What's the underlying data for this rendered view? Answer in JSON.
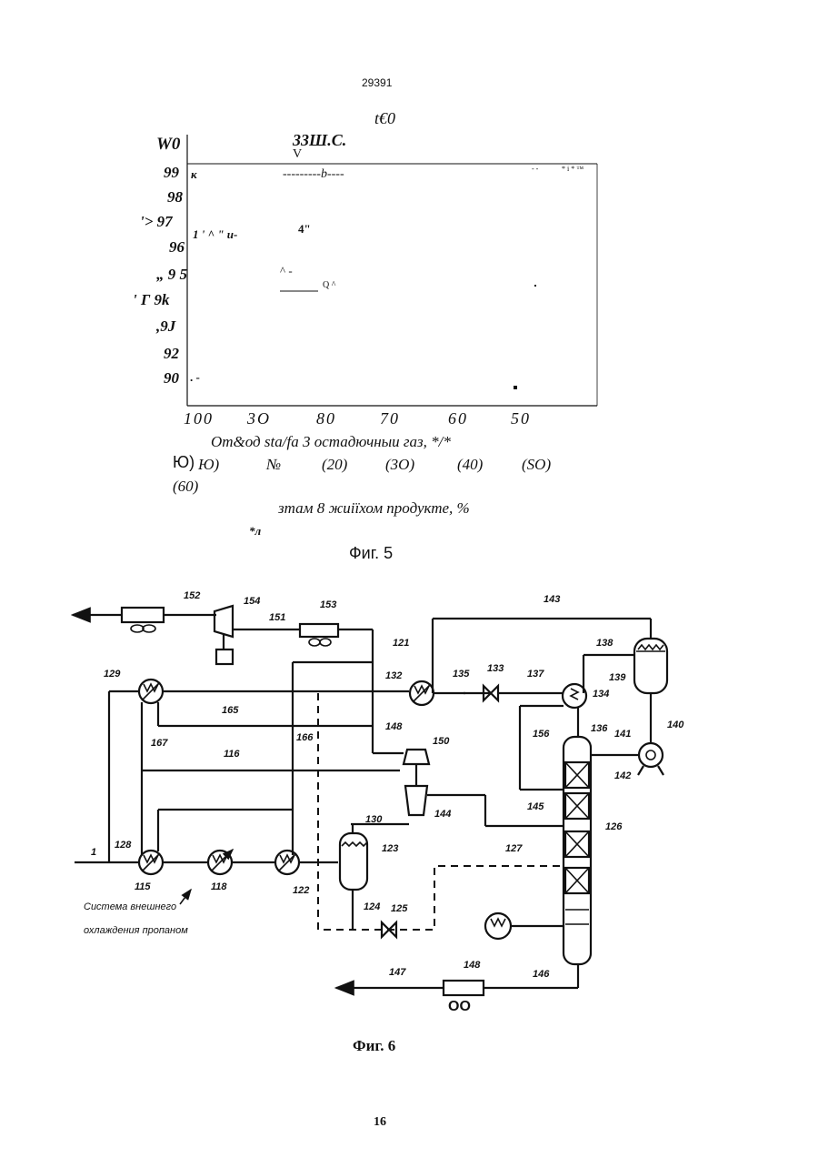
{
  "header": {
    "doc_number": "29391"
  },
  "fig5": {
    "top_text": "t€0",
    "y_title": "W0",
    "plot_label": "33Ш.С.",
    "plot_label_mark": "V",
    "dashed_text": "---------b----",
    "y_ticks": [
      "99",
      "98",
      "'> 97",
      "96",
      "„ 9 5",
      "' Г 9k",
      ",9J",
      "92",
      "90"
    ],
    "y_tick_suffix_k": "к",
    "noise": [
      "1 ' ^ \"  u-",
      "4\"",
      "^  -",
      "Q  ^",
      "- -",
      "* i *  ™",
      ". -"
    ],
    "x_ticks": [
      "100",
      "3O",
      "80",
      "70",
      "60",
      "50"
    ],
    "x_label_1": "От&од sta/fa 3 остадючныи газ, */*",
    "x_ticks_2_lead": "Ю)",
    "x_ticks_2": [
      "Ю)",
      "№",
      "(20)",
      "(3O)",
      "(40)",
      "(SO)"
    ],
    "x_ticks_2_tail": "(60)",
    "x_label_2": "зтам 8 жиіїхом продукте, %",
    "x_label_3": "*л",
    "caption": "Фиг. 5"
  },
  "fig6": {
    "labels": [
      "152",
      "154",
      "151",
      "153",
      "143",
      "121",
      "138",
      "129",
      "132",
      "135",
      "133",
      "137",
      "139",
      "134",
      "165",
      "148",
      "136",
      "141",
      "140",
      "166",
      "150",
      "167",
      "156",
      "116",
      "142",
      "130",
      "144",
      "145",
      "126",
      "1",
      "128",
      "123",
      "127",
      "115",
      "118",
      "122",
      "124",
      "125",
      "147",
      "148",
      "146"
    ],
    "handwriting_line1": "Система внешнего",
    "handwriting_line2": "охлаждения пропаном",
    "caption": "Фиг. 6"
  },
  "footer": {
    "page_number": "16"
  }
}
